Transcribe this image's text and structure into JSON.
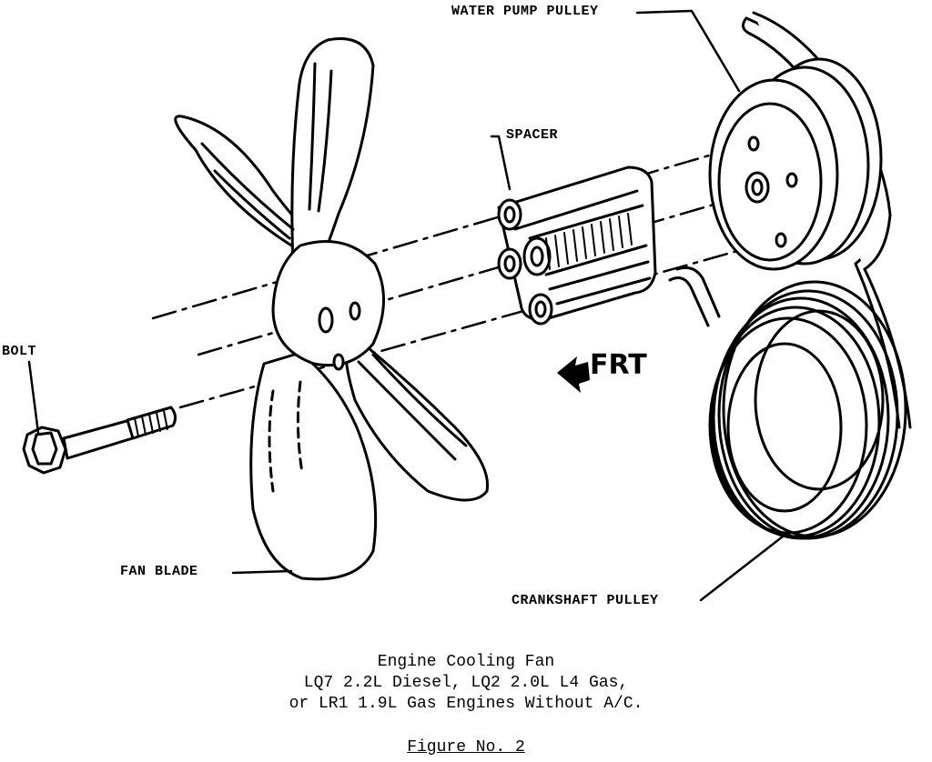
{
  "labels": {
    "water_pump_pulley": "WATER PUMP PULLEY",
    "spacer": "SPACER",
    "bolt": "BOLT",
    "frt": "FRT",
    "fan_blade": "FAN BLADE",
    "crankshaft_pulley": "CRANKSHAFT PULLEY"
  },
  "caption": {
    "line1": "Engine Cooling Fan",
    "line2": "LQ7 2.2L Diesel, LQ2 2.0L L4 Gas,",
    "line3": "or LR1 1.9L Gas Engines Without A/C.",
    "figure": "Figure No. 2"
  }
}
